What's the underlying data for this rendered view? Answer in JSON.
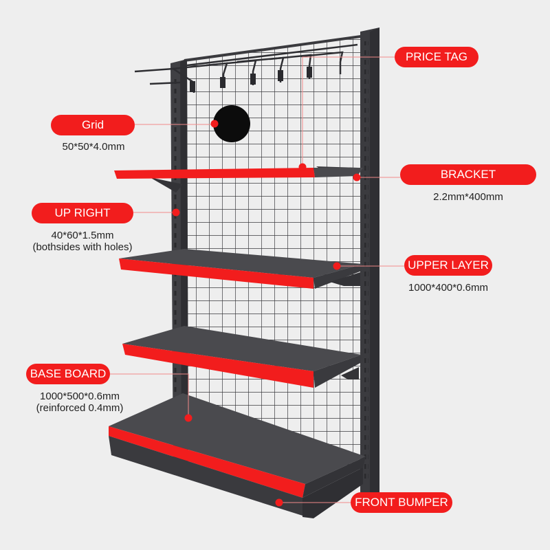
{
  "colors": {
    "background": "#eeeeee",
    "accent": "#f21d1d",
    "frame": "#3f3f43",
    "shelf_top": "#4a4a4e",
    "leader_line": "#f28a8a"
  },
  "callouts": [
    {
      "label": "PRICE TAG",
      "spec": []
    },
    {
      "label": "Grid",
      "spec": [
        "50*50*4.0mm"
      ]
    },
    {
      "label": "BRACKET",
      "spec": [
        "2.2mm*400mm"
      ]
    },
    {
      "label": "UP RIGHT",
      "spec": [
        "40*60*1.5mm",
        "(bothsides with holes)"
      ]
    },
    {
      "label": "UPPER LAYER",
      "spec": [
        "1000*400*0.6mm"
      ]
    },
    {
      "label": "BASE BOARD",
      "spec": [
        "1000*500*0.6mm",
        "(reinforced 0.4mm)"
      ]
    },
    {
      "label": "FRONT BUMPER",
      "spec": []
    }
  ]
}
